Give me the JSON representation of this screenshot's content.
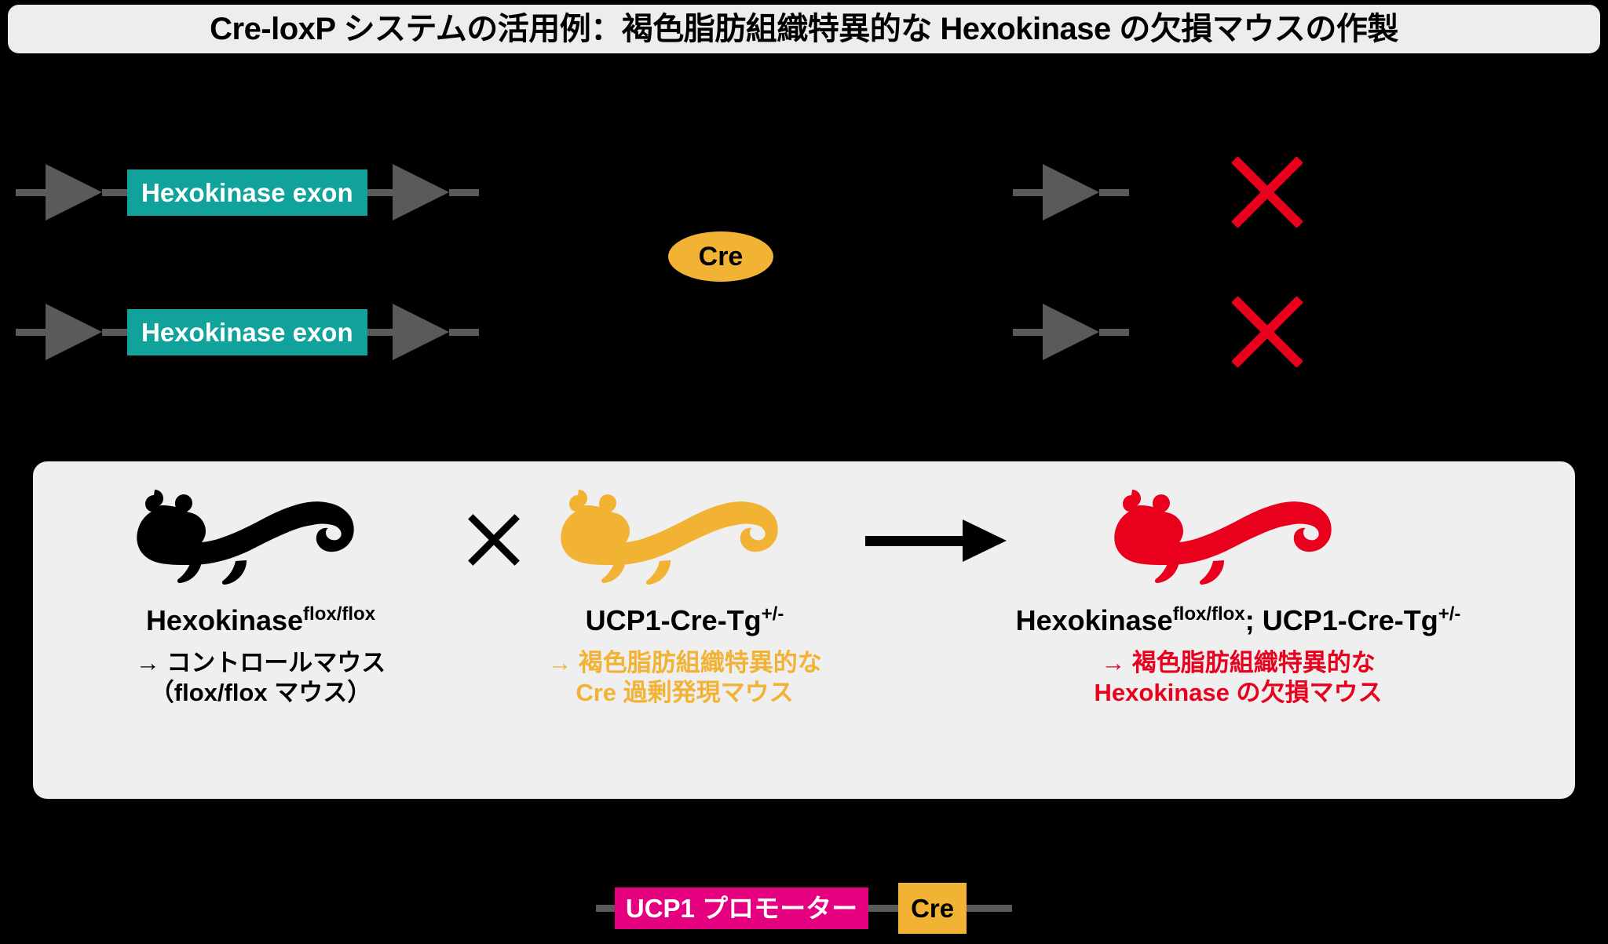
{
  "title": {
    "text": "Cre-loxP システムの活用例：褐色脂肪組織特異的な Hexokinase の欠損マウスの作製"
  },
  "gene_diagram": {
    "exon_label": "Hexokinase exon",
    "cre_label": "Cre",
    "alleles": [
      {
        "id": "allele-1",
        "left_state": "floxed Hexokinase exon flanked by loxP sites",
        "right_state": "exon deleted"
      },
      {
        "id": "allele-2",
        "left_state": "floxed Hexokinase exon flanked by loxP sites",
        "right_state": "exon deleted"
      }
    ],
    "icons": {
      "loxp": "loxp-triangle-icon",
      "deleted": "red-x-icon"
    },
    "colors": {
      "exon": "#11a39b",
      "cre": "#f2b233",
      "deleted_x": "#e8001c",
      "dna_line": "#5a5a5a"
    }
  },
  "breeding": {
    "cross_symbol": "×",
    "arrow_symbol": "→",
    "parents": [
      {
        "genotype": "Hexokinase",
        "superscript": "flox/flox",
        "caption": "→ コントロールマウス\n（flox/flox マウス）",
        "mouse_color": "#000000",
        "caption_color": "#000000"
      },
      {
        "genotype": "UCP1-Cre-Tg",
        "superscript": "+/-",
        "caption": "→ 褐色脂肪組織特異的な\nCre 過剰発現マウス",
        "mouse_color": "#f2b233",
        "caption_color": "#f2b233"
      }
    ],
    "offspring": {
      "genotype_part1": "Hexokinase",
      "superscript1": "flox/flox",
      "genotype_part2": "; UCP1-Cre-Tg",
      "superscript2": "+/-",
      "caption": "→ 褐色脂肪組織特異的な\nHexokinase の欠損マウス",
      "mouse_color": "#e8001c",
      "caption_color": "#e8001c"
    }
  },
  "construct": {
    "promoter_label": "UCP1 プロモーター",
    "cre_label": "Cre",
    "colors": {
      "promoter": "#e4007f",
      "cre": "#f2b233",
      "line": "#5a5a5a"
    }
  }
}
